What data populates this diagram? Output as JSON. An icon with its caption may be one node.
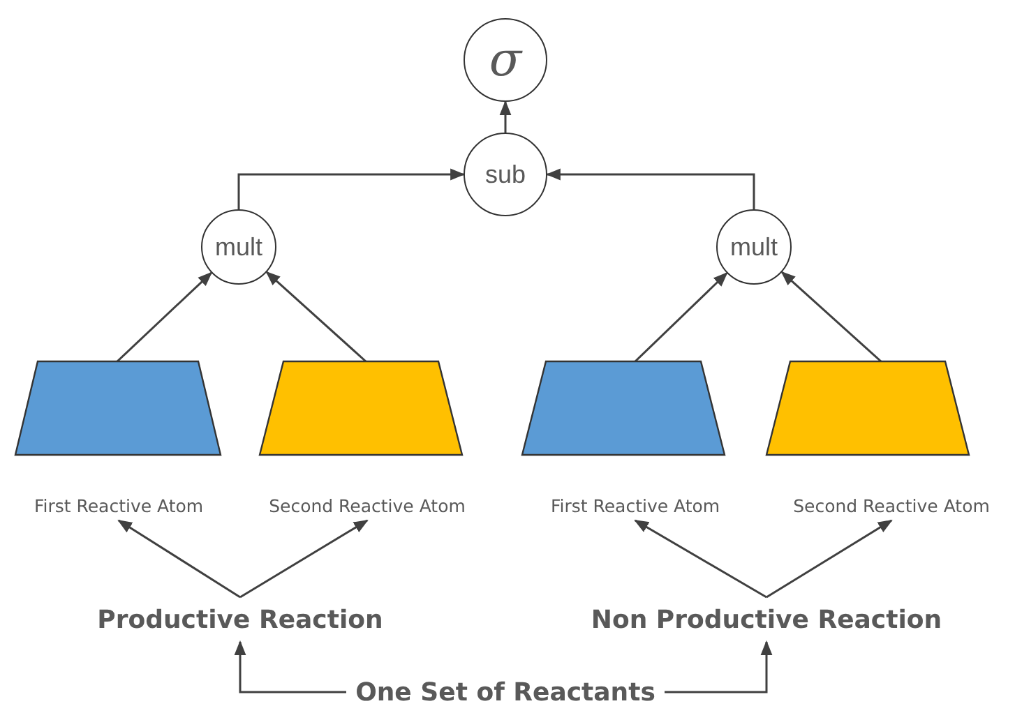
{
  "diagram": {
    "nodes": [
      {
        "text": [
          "σ"
        ]
      },
      {
        "text": [
          "sub"
        ]
      },
      {
        "text": [
          "mult"
        ]
      },
      {
        "text": [
          "mult"
        ]
      },
      {
        "text": [],
        "shape": "trapezoid"
      },
      {
        "text": [],
        "shape": "trapezoid"
      },
      {
        "text": [],
        "shape": "trapezoid"
      },
      {
        "text": [],
        "shape": "trapezoid"
      },
      {
        "text": [
          "First Reactive Atom"
        ]
      },
      {
        "text": [
          "Second Reactive Atom"
        ]
      },
      {
        "text": [
          "First Reactive Atom"
        ]
      },
      {
        "text": [
          "Second Reactive Atom"
        ]
      },
      {
        "text": [
          "Productive Reaction"
        ]
      },
      {
        "text": [
          "Non Productive Reaction"
        ]
      },
      {
        "text": [
          "One Set of Reactants"
        ]
      }
    ],
    "edges": [
      {
        "from": 1,
        "to": 0,
        "arrow": "to"
      },
      {
        "from": 2,
        "to": 1,
        "arrow": "to"
      },
      {
        "from": 3,
        "to": 1,
        "arrow": "to"
      },
      {
        "from": 4,
        "to": 2,
        "arrow": "to"
      },
      {
        "from": 5,
        "to": 2,
        "arrow": "to"
      },
      {
        "from": 6,
        "to": 3,
        "arrow": "to"
      },
      {
        "from": 7,
        "to": 3,
        "arrow": "to"
      },
      {
        "from": 12,
        "to": 8,
        "arrow": "to"
      },
      {
        "from": 12,
        "to": 9,
        "arrow": "to"
      },
      {
        "from": 13,
        "to": 10,
        "arrow": "to"
      },
      {
        "from": 13,
        "to": 11,
        "arrow": "to"
      },
      {
        "from": 14,
        "to": 12,
        "arrow": "to"
      },
      {
        "from": 14,
        "to": 13,
        "arrow": "to"
      }
    ]
  }
}
